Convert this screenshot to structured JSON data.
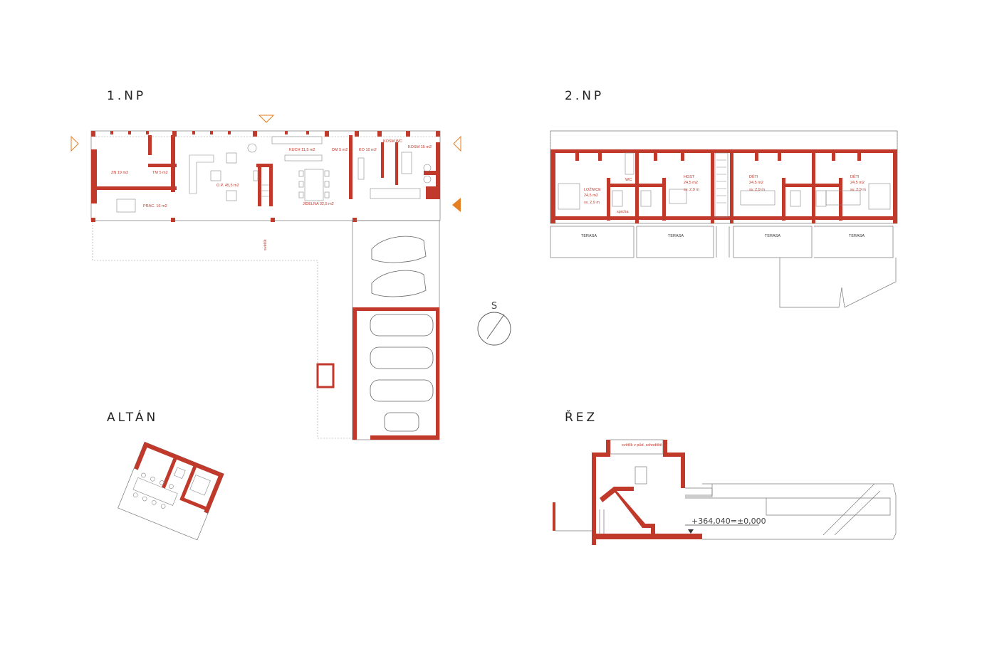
{
  "titles": {
    "np1": "1.NP",
    "np2": "2.NP",
    "altan": "ALTÁN",
    "rez": "ŘEZ"
  },
  "compass": {
    "letter": "S"
  },
  "colors": {
    "wall": "#c0392b",
    "line": "#555555",
    "accent": "#e67e22"
  },
  "np1_rooms": {
    "zn": "ZN  19 m2",
    "tm": "TM  5 m2",
    "op": "O.P.  45,5 m2",
    "kuch": "KUCH  11,5 m2",
    "dm": "DM  5 m2",
    "ko": "KO  10 m2",
    "kosm_wc": "KOSM WC",
    "kosm": "KOSM  15 m2",
    "jidelna": "JÍDELNA  32,5 m2",
    "prac": "PRAC.  16 m2",
    "svetlik": "světlík"
  },
  "np2_rooms": {
    "loznice": "LOŽNICE",
    "loznice_area": "24,5 m2",
    "loznice_h": "sv. 2,9 m",
    "host": "HOST",
    "host_area": "24,5 m2",
    "host_h": "sv. 2,9 m",
    "deti1": "DĚTI",
    "deti1_area": "24,5 m2",
    "deti1_h": "sv. 2,9 m",
    "deti2": "DĚTI",
    "deti2_area": "24,5 m2",
    "deti2_h": "sv. 2,9 m",
    "sprcha": "sprcha",
    "wc": "WC",
    "terasa1": "TERASA",
    "terasa2": "TERASA",
    "terasa3": "TERASA",
    "terasa4": "TERASA"
  },
  "rez": {
    "skylight": "světlík v půd. schodiště",
    "level": "+364,040=±0,000"
  }
}
